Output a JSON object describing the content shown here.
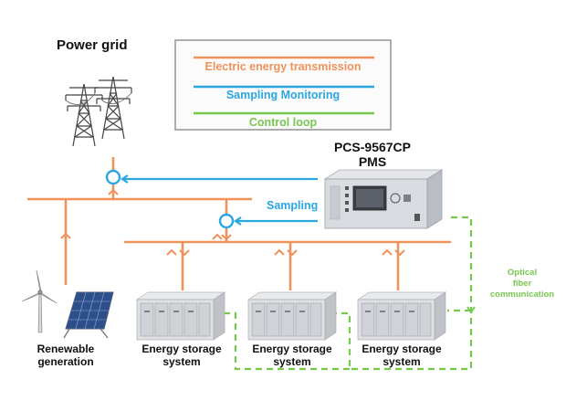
{
  "title": "Power grid",
  "device": {
    "model": "PCS-9567CP",
    "name": "PMS"
  },
  "legend": [
    {
      "label": "Electric energy transmission",
      "color": "#f0925a"
    },
    {
      "label": "Sampling Monitoring",
      "color": "#2aa7e0"
    },
    {
      "label": "Control loop",
      "color": "#78c850"
    }
  ],
  "labels": {
    "sampling": "Sampling",
    "optical": [
      "Optical",
      "fiber",
      "communication"
    ]
  },
  "renewable": {
    "line1": "Renewable",
    "line2": "generation"
  },
  "storage_units": [
    {
      "line1": "Energy storage",
      "line2": "system"
    },
    {
      "line1": "Energy storage",
      "line2": "system"
    },
    {
      "line1": "Energy storage",
      "line2": "system"
    }
  ],
  "colors": {
    "power": "#f0925a",
    "sampling": "#2aa7e0",
    "control": "#78c850",
    "legend_border": "#9a9a9a"
  }
}
